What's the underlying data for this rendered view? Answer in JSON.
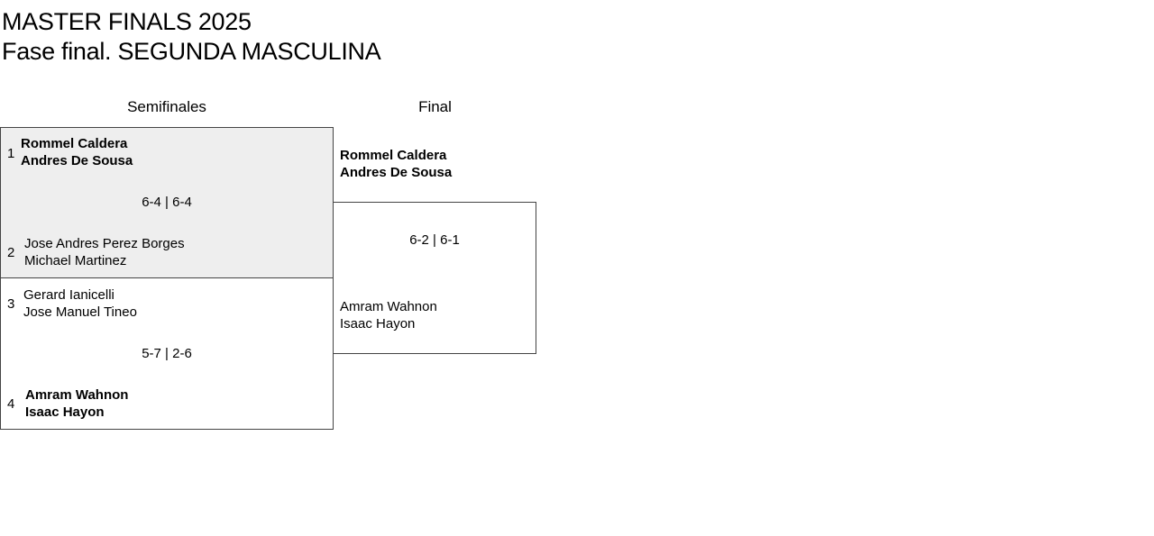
{
  "title": "MASTER FINALS 2025",
  "subtitle": "Fase final. SEGUNDA MASCULINA",
  "rounds": [
    "Semifinales",
    "Final"
  ],
  "semifinals": [
    {
      "score": "6-4 | 6-4",
      "teams": [
        {
          "seed": "1",
          "players": [
            "Rommel Caldera",
            "Andres De Sousa"
          ],
          "winner": true
        },
        {
          "seed": "2",
          "players": [
            "Jose Andres Perez Borges",
            "Michael Martinez"
          ],
          "winner": false
        }
      ]
    },
    {
      "score": "5-7 | 2-6",
      "teams": [
        {
          "seed": "3",
          "players": [
            "Gerard Ianicelli",
            "Jose Manuel Tineo"
          ],
          "winner": false
        },
        {
          "seed": "4",
          "players": [
            "Amram Wahnon",
            "Isaac Hayon"
          ],
          "winner": true
        }
      ]
    }
  ],
  "final": {
    "score": "6-2 | 6-1",
    "teams": [
      {
        "players": [
          "Rommel Caldera",
          "Andres De Sousa"
        ],
        "winner": true
      },
      {
        "players": [
          "Amram Wahnon",
          "Isaac Hayon"
        ],
        "winner": false
      }
    ]
  },
  "colors": {
    "highlight": "#eeeeee",
    "border": "#444444"
  }
}
